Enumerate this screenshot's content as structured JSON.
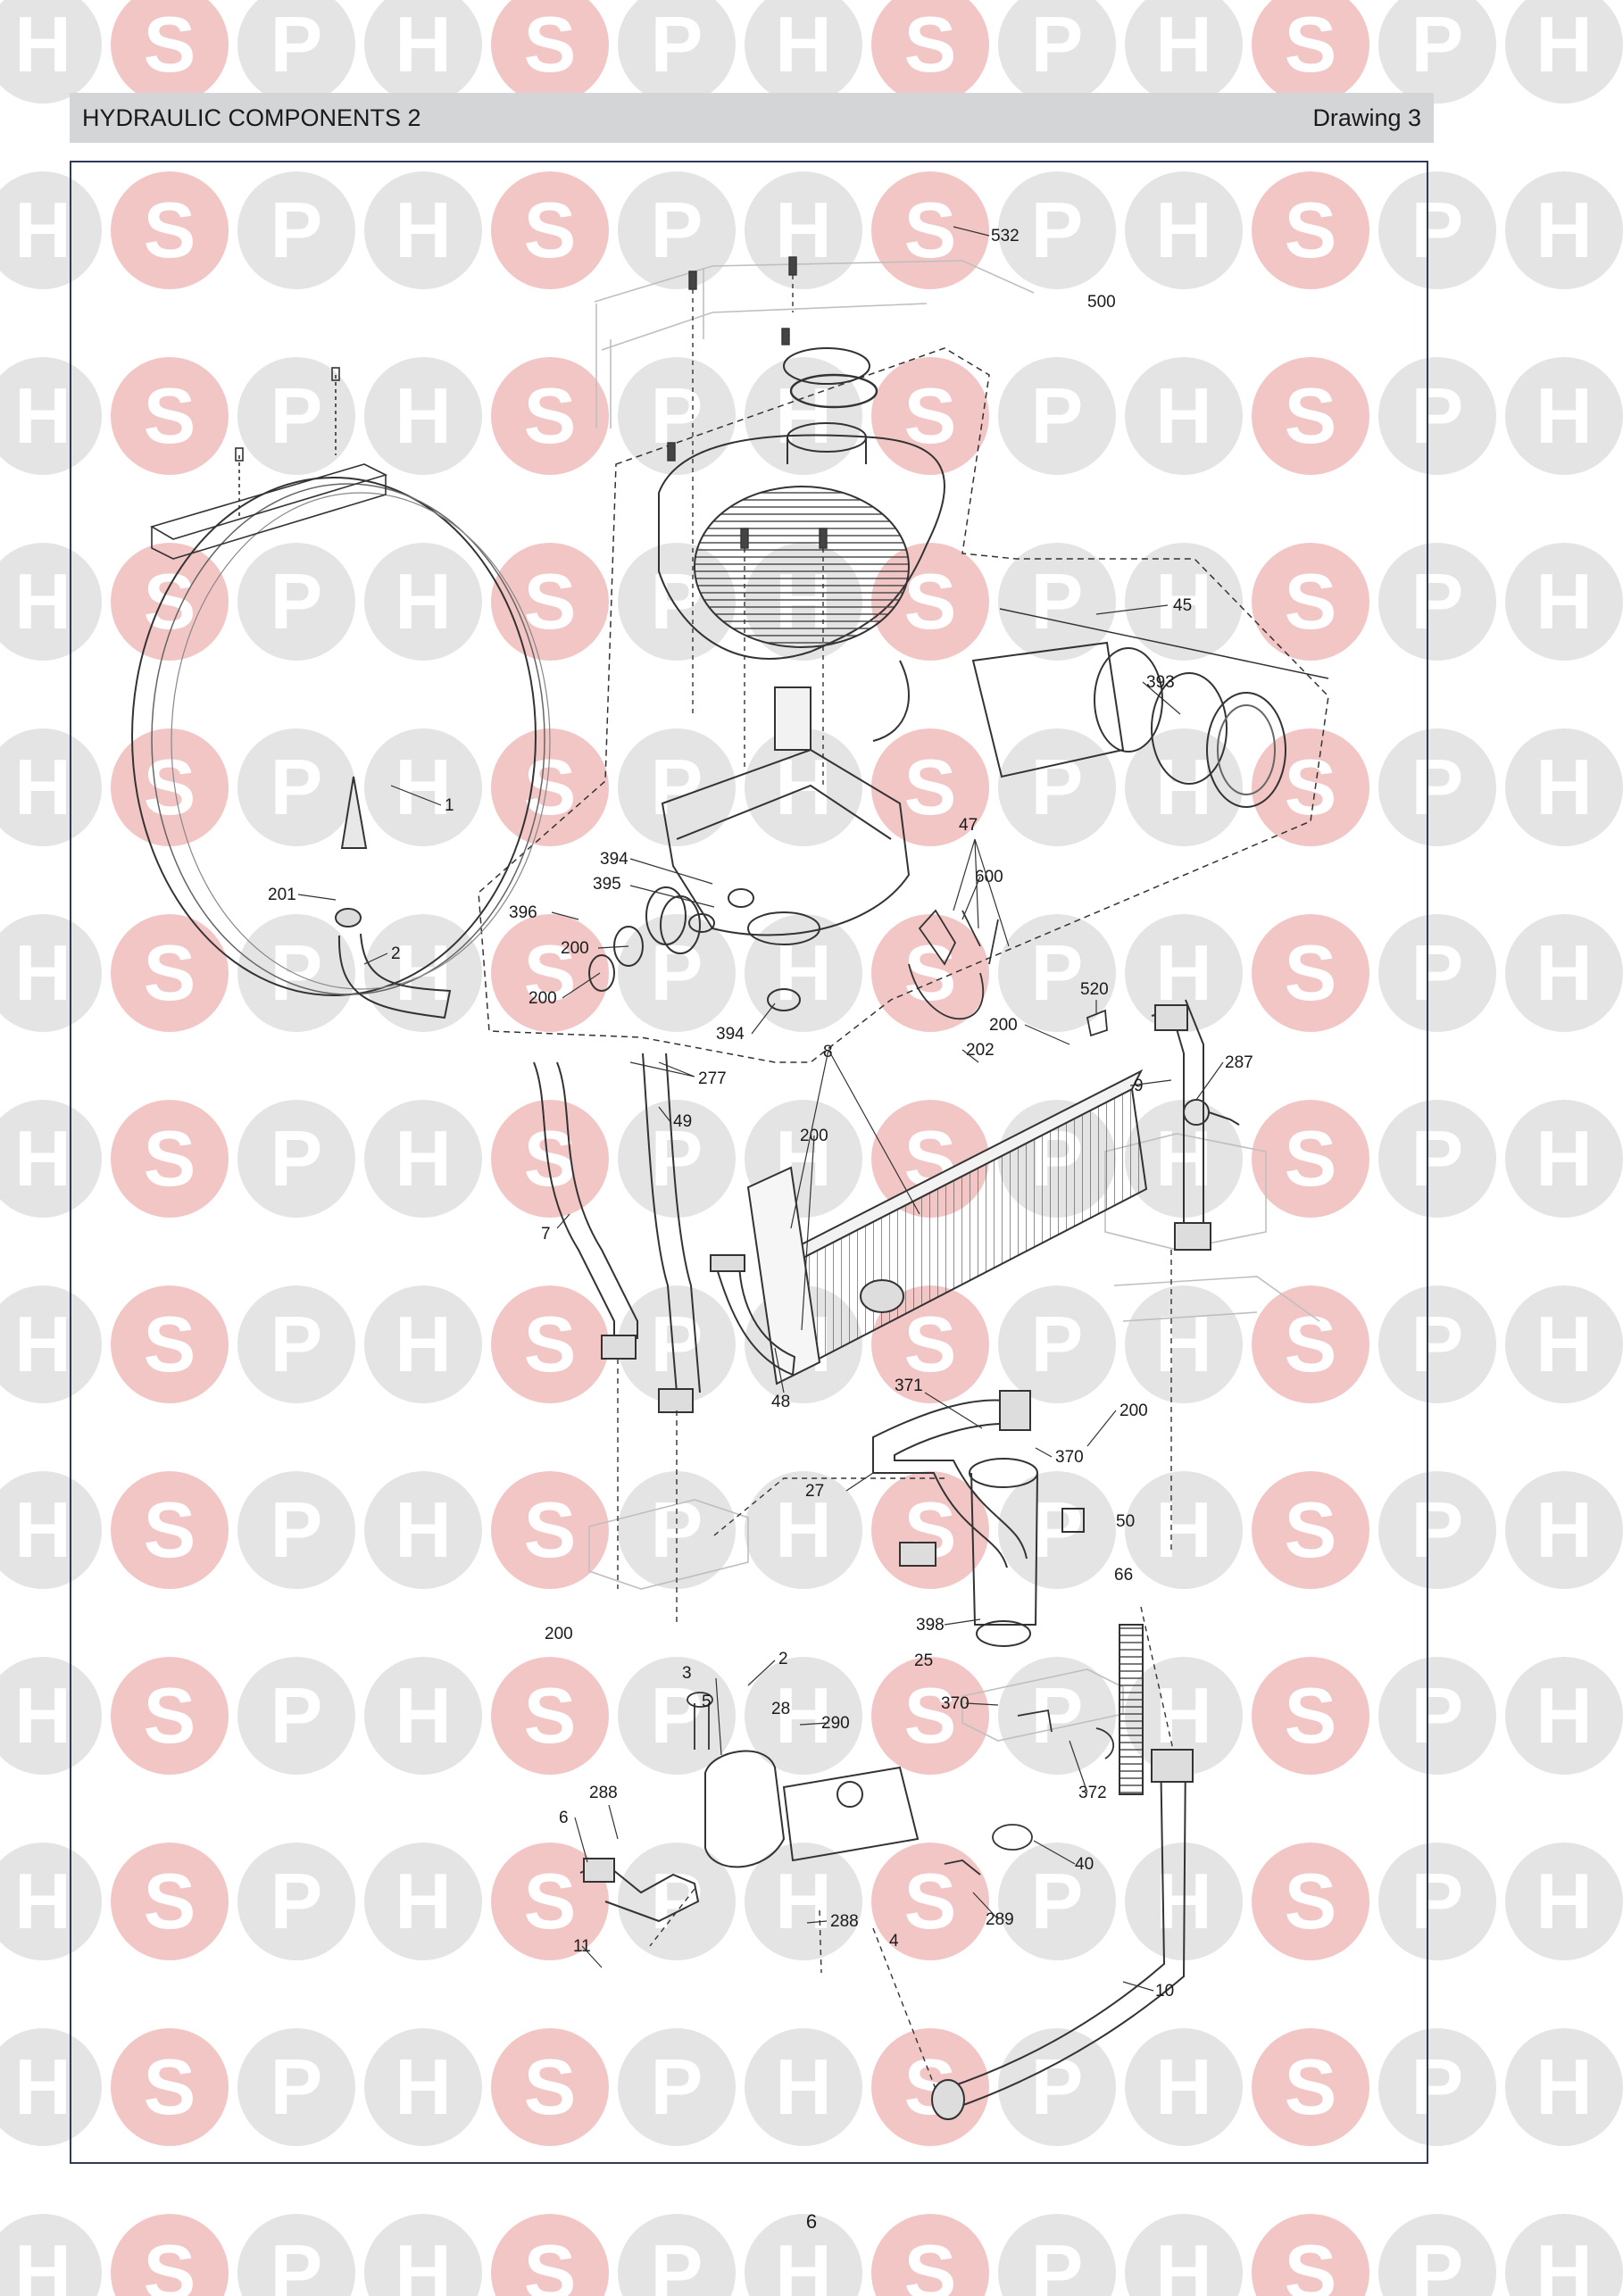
{
  "header": {
    "title": "HYDRAULIC COMPONENTS 2",
    "drawing": "Drawing 3"
  },
  "watermark": {
    "letters": [
      "H",
      "S",
      "P"
    ],
    "circle_color": "#e4e4e4",
    "accent_color": "#f3c6c6"
  },
  "callouts": [
    "532",
    "500",
    "45",
    "393",
    "1",
    "201",
    "2",
    "47",
    "600",
    "394",
    "395",
    "396",
    "200",
    "200",
    "394",
    "277",
    "520",
    "200",
    "202",
    "8",
    "287",
    "9",
    "49",
    "7",
    "200",
    "48",
    "371",
    "370",
    "27",
    "200",
    "50",
    "66",
    "398",
    "25",
    "200",
    "3",
    "2",
    "5",
    "28",
    "370",
    "290",
    "288",
    "372",
    "6",
    "40",
    "289",
    "288",
    "4",
    "11",
    "10"
  ],
  "footer": {
    "page_number": "6"
  }
}
